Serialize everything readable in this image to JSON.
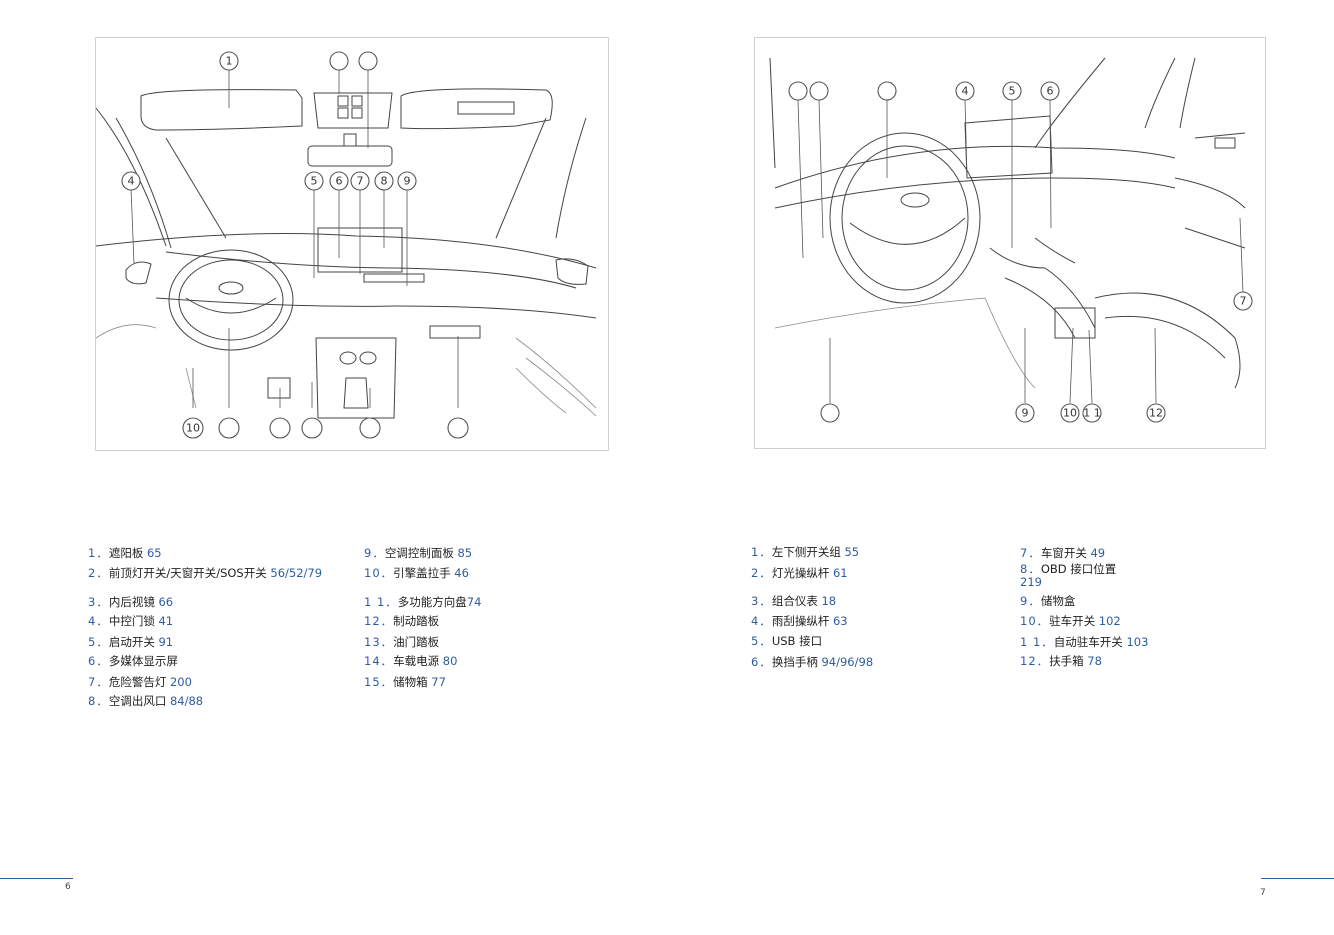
{
  "left_list": [
    {
      "num": "1．",
      "label": "遮阳板",
      "ref": "65"
    },
    {
      "num": "2．",
      "label": "前顶灯开关/天窗开关/SOS开关",
      "ref": "56/52/79"
    },
    {
      "num": "3．",
      "label": "内后视镜",
      "ref": "66"
    },
    {
      "num": "4．",
      "label": "中控门锁",
      "ref": "41"
    },
    {
      "num": "5．",
      "label": "启动开关",
      "ref": "91"
    },
    {
      "num": "6．",
      "label": "多媒体显示屏",
      "ref": ""
    },
    {
      "num": "7．",
      "label": "危险警告灯",
      "ref": "200"
    },
    {
      "num": "8．",
      "label": "空调出风口",
      "ref": "84/88"
    },
    {
      "num": "9．",
      "label": "空调控制面板",
      "ref": "85"
    },
    {
      "num": "10．",
      "label": "引擎盖拉手",
      "ref": "46"
    },
    {
      "num": "1 1．",
      "label": "多功能方向盘",
      "ref": "74"
    },
    {
      "num": "12．",
      "label": "制动踏板",
      "ref": ""
    },
    {
      "num": "13．",
      "label": "油门踏板",
      "ref": ""
    },
    {
      "num": "14．",
      "label": "车载电源",
      "ref": "80"
    },
    {
      "num": "15．",
      "label": "储物箱",
      "ref": "77"
    }
  ],
  "right_list": [
    {
      "num": "1．",
      "label": "左下侧开关组",
      "ref": "55"
    },
    {
      "num": "2．",
      "label": "灯光操纵杆",
      "ref": "61"
    },
    {
      "num": "3．",
      "label": "组合仪表",
      "ref": "18"
    },
    {
      "num": "4．",
      "label": "雨刮操纵杆",
      "ref": "63"
    },
    {
      "num": "5．",
      "label": "USB 接口",
      "ref": ""
    },
    {
      "num": "6．",
      "label": "换挡手柄",
      "ref": "94/96/98"
    },
    {
      "num": "7．",
      "label": "车窗开关",
      "ref": "49"
    },
    {
      "num": "8．",
      "label": "OBD 接口位置",
      "ref": "219"
    },
    {
      "num": "9．",
      "label": "储物盒",
      "ref": ""
    },
    {
      "num": "10．",
      "label": "驻车开关",
      "ref": "102"
    },
    {
      "num": "1 1．",
      "label": "自动驻车开关",
      "ref": "103"
    },
    {
      "num": "12．",
      "label": "扶手箱",
      "ref": "78"
    }
  ],
  "left_callouts": [
    "1",
    "4",
    "5",
    "6",
    "7",
    "8",
    "9",
    "10"
  ],
  "right_callouts": [
    "4",
    "5",
    "6",
    "7",
    "9",
    "10",
    "1 1",
    "12"
  ],
  "page_left": "6",
  "page_right": "7",
  "colors": {
    "accent": "#2e5d9f"
  }
}
